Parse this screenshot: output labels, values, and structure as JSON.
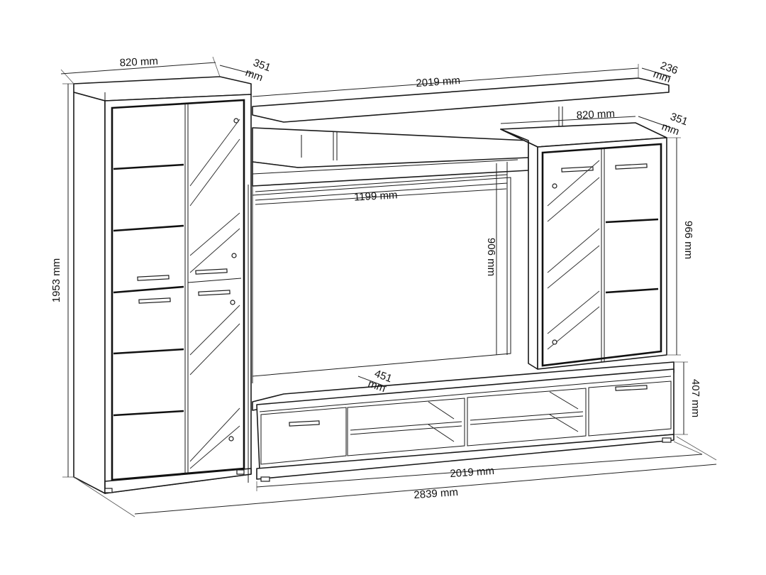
{
  "diagram": {
    "left_cabinet": {
      "width_label": "820 mm",
      "depth_label": [
        "351",
        "mm"
      ],
      "height_label": "1953 mm"
    },
    "top_shelf": {
      "width_label": "2019 mm",
      "depth_label": [
        "236",
        "mm"
      ]
    },
    "right_cabinet": {
      "width_label": "820 mm",
      "depth_label": [
        "351",
        "mm"
      ],
      "height_label": "966 mm"
    },
    "tv_opening": {
      "width_label": "1199 mm",
      "height_label": "906 mm"
    },
    "tv_unit": {
      "depth_label": [
        "451",
        "mm"
      ],
      "height_label": "407 mm",
      "width_label": "2019 mm"
    },
    "overall": {
      "width_label": "2839 mm"
    },
    "colors": {
      "line": "#1a1a1a",
      "background": "#ffffff"
    }
  }
}
